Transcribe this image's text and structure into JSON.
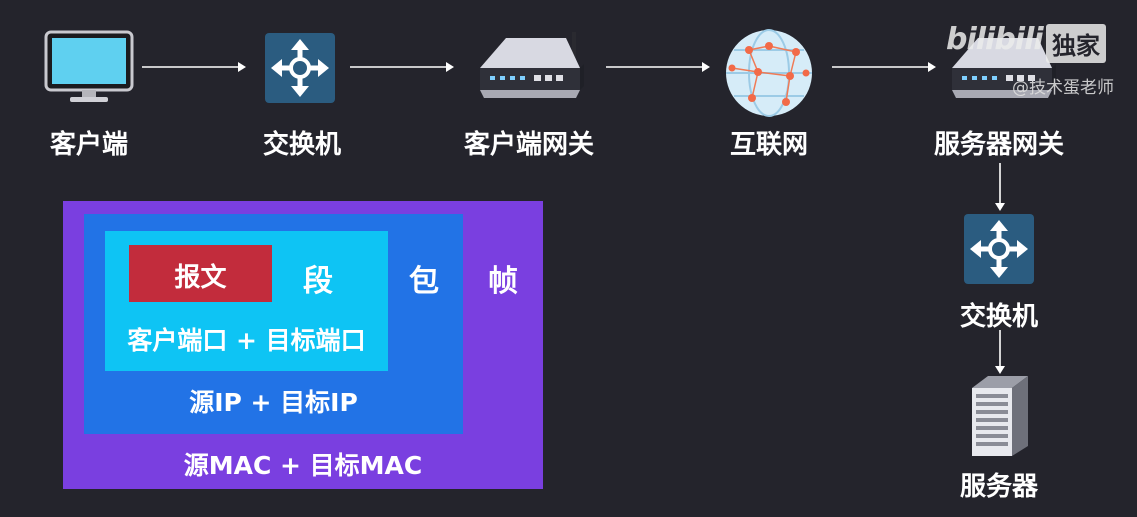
{
  "flow": {
    "client": "客户端",
    "switch": "交换机",
    "client_gateway": "客户端网关",
    "internet": "互联网",
    "server_gateway": "服务器网关",
    "switch2": "交换机",
    "server": "服务器"
  },
  "layers": {
    "message": "报文",
    "segment": "段",
    "packet": "包",
    "frame": "帧",
    "port_header": "客户端口 + 目标端口",
    "ip_header": "源IP + 目标IP",
    "mac_header": "源MAC + 目标MAC"
  },
  "colors": {
    "frame": "#7a3fe0",
    "packet": "#2273e6",
    "segment": "#0ec4f4",
    "message": "#c22c3c",
    "background": "#24242c"
  },
  "watermark": {
    "logo": "bilibili",
    "badge": "独家",
    "credit": "@技术蛋老师"
  }
}
